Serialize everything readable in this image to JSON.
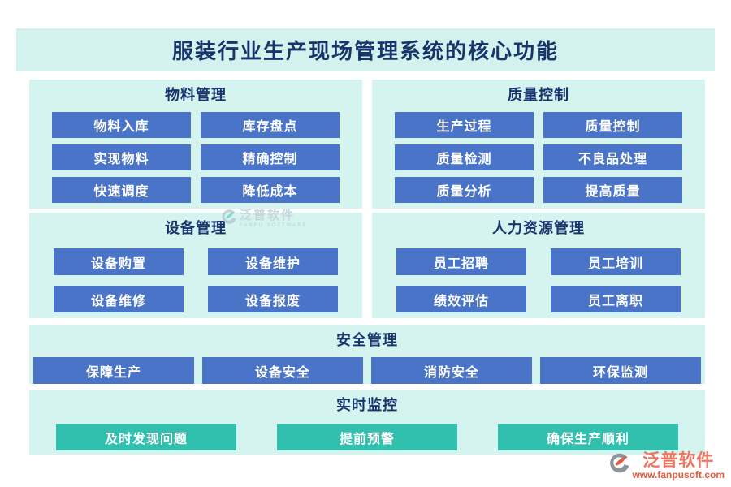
{
  "title": "服装行业生产现场管理系统的核心功能",
  "colors": {
    "accent_blue": "#4a74c8",
    "accent_teal": "#31c0ae",
    "panel_mint": "#d5f3ef",
    "title_navy": "#17356b",
    "logo_red": "#f0735f",
    "logo_url_red": "#e4593b"
  },
  "sections": [
    {
      "title": "物料管理",
      "buttons": [
        "物料入库",
        "库存盘点",
        "实现物料",
        "精确控制",
        "快速调度",
        "降低成本"
      ]
    },
    {
      "title": "质量控制",
      "buttons": [
        "生产过程",
        "质量控制",
        "质量检测",
        "不良品处理",
        "质量分析",
        "提高质量"
      ]
    },
    {
      "title": "设备管理",
      "buttons": [
        "设备购置",
        "设备维护",
        "设备维修",
        "设备报废"
      ]
    },
    {
      "title": "人力资源管理",
      "buttons": [
        "员工招聘",
        "员工培训",
        "绩效评估",
        "员工离职"
      ]
    },
    {
      "title": "安全管理",
      "buttons": [
        "保障生产",
        "设备安全",
        "消防安全",
        "环保监测"
      ]
    },
    {
      "title": "实时监控",
      "buttons": [
        "及时发现问题",
        "提前预警",
        "确保生产顺利"
      ]
    }
  ],
  "watermark_center": {
    "brand": "泛普软件",
    "tagline": "FANPU SOFTWARE"
  },
  "footer_logo": {
    "brand": "泛普软件",
    "website": "www.fanpusoft.com"
  }
}
